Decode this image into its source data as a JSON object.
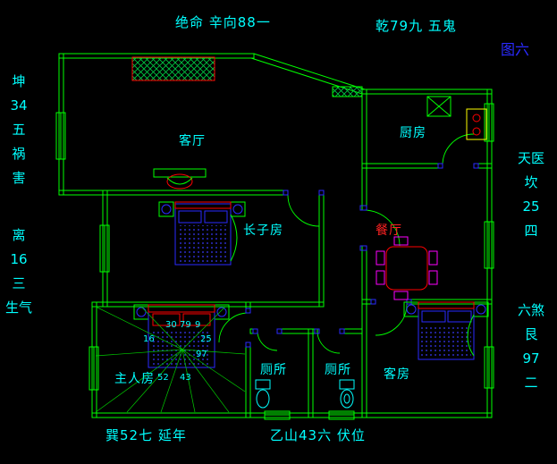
{
  "figure_label": "图六",
  "perimeter": {
    "top": "绝命 辛向88一",
    "top_right": "乾79九 五鬼",
    "left_upper": [
      "坤",
      "34",
      "五",
      "祸",
      "害"
    ],
    "left_lower": [
      "离",
      "16",
      "三",
      "生气"
    ],
    "right_upper": [
      "天医",
      "坎",
      "25",
      "四"
    ],
    "right_lower": [
      "六煞",
      "艮",
      "97",
      "二"
    ],
    "bottom_left": "巽52七 延年",
    "bottom_center": "乙山43六 伏位"
  },
  "rooms": {
    "living_room": "客厅",
    "kitchen": "厨房",
    "eldest_son_room": "长子房",
    "dining_room": "餐厅",
    "master_bedroom": "主人房",
    "toilet_left": "厕所",
    "toilet_right": "厕所",
    "guest_room": "客房"
  },
  "master_numbers": [
    "30",
    "79",
    "9",
    "16",
    "25",
    "97",
    "52",
    "43"
  ],
  "colors": {
    "background": "#000000",
    "walls": "#00ff00",
    "text": "#00ffff",
    "furniture_blue": "#0000ff",
    "accent_red": "#ff0000",
    "accent_magenta": "#ff00ff",
    "accent_yellow": "#ffff00",
    "figure_label_blue": "#2222ff"
  }
}
